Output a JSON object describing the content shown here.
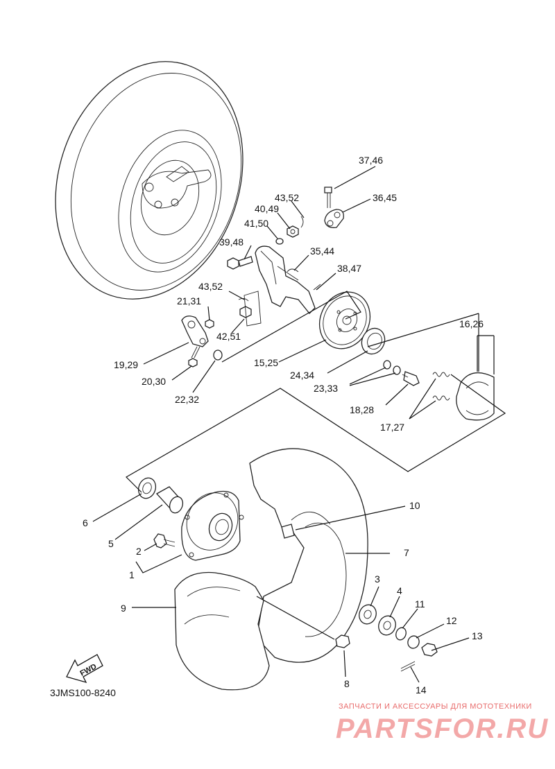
{
  "diagram": {
    "code": "3JMS100-8240",
    "fwd_label": "FWD",
    "labels": {
      "p37_46": "37,46",
      "p36_45": "36,45",
      "p43_52_top": "43,52",
      "p40_49": "40,49",
      "p41_50": "41,50",
      "p39_48": "39,48",
      "p35_44": "35,44",
      "p38_47": "38,47",
      "p43_52_mid": "43,52",
      "p21_31": "21,31",
      "p42_51": "42,51",
      "p16_26": "16,26",
      "p19_29": "19,29",
      "p15_25": "15,25",
      "p20_30": "20,30",
      "p24_34": "24,34",
      "p23_33": "23,33",
      "p22_32": "22,32",
      "p18_28": "18,28",
      "p17_27": "17,27",
      "p10": "10",
      "p6": "6",
      "p5": "5",
      "p7": "7",
      "p2": "2",
      "p1": "1",
      "p3": "3",
      "p4": "4",
      "p11": "11",
      "p9": "9",
      "p12": "12",
      "p13": "13",
      "p8": "8",
      "p14": "14"
    }
  },
  "watermark": {
    "tagline": "ЗАПЧАСТИ И АКСЕССУАРЫ ДЛЯ МОТОТЕХНИКИ",
    "brand": "PARTSFOR.RU"
  }
}
